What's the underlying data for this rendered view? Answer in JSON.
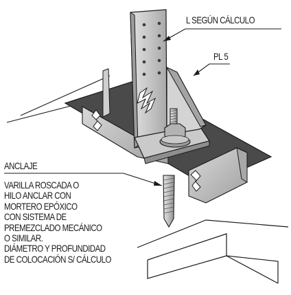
{
  "labels": {
    "l_segun_calculo": "L SEGÚN CÁLCULO",
    "pl5": "PL 5",
    "anclaje_title": "ANCLAJE",
    "anclaje_lines": [
      "VARILLA ROSCADA O",
      "HILO ANCLAR CON",
      "MORTERO EPÓXICO",
      "CON SISTEMA DE",
      "PREMEZCLADO MECÁNICO",
      "O SIMILAR.",
      "DIÁMETRO Y PROFUNDIDAD",
      "DE COLOCACIÓN S/ CÁLCULO"
    ]
  },
  "colors": {
    "steel_light": "#d8d8d8",
    "steel_mid": "#b9b9b9",
    "steel_dark": "#8e8e8e",
    "concrete_top": "#4a4a4a",
    "outline": "#1a1a1a"
  }
}
